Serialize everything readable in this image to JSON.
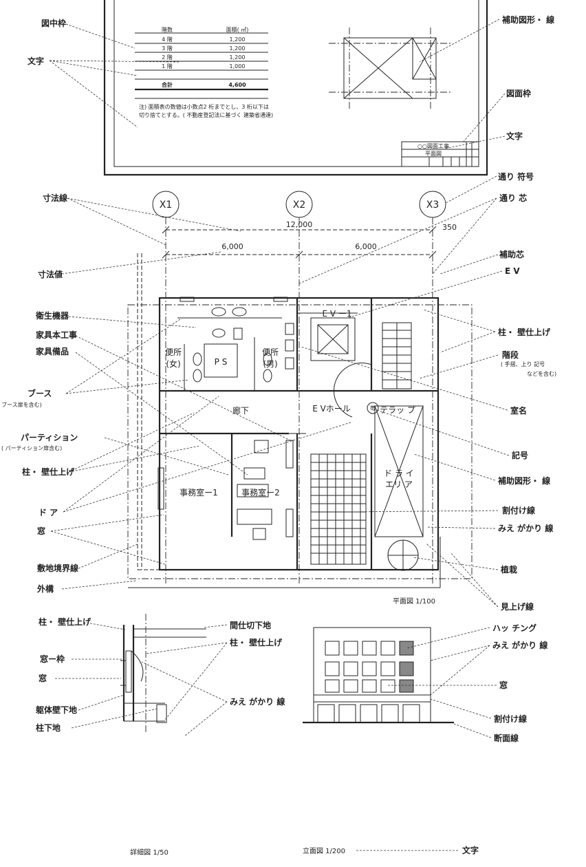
{
  "area_table": {
    "headers": [
      "階数",
      "面積( ㎡)"
    ],
    "rows": [
      [
        "4 階",
        "1,200"
      ],
      [
        "3 階",
        "1,200"
      ],
      [
        "2 階",
        "1,200"
      ],
      [
        "1 階",
        "1,000"
      ]
    ],
    "total": [
      "合計",
      "4,600"
    ],
    "note_line1": "注) 面積表の数値は小数点2 桁までとし、3 桁以下は",
    "note_line2": "切り捨てとする。( 不動産登記法に基づく 建築省通達)"
  },
  "labels": {
    "frame_inner": "図中枠",
    "text_top": "文字",
    "aux_shape_top": "補助図形・ 線",
    "drawing_frame": "図面枠",
    "text_titleblock": "文字",
    "grid_symbol": "通り 符号",
    "grid_center": "通り 芯",
    "dim_line": "寸法線",
    "dim_value": "寸法値",
    "aux_center": "補助芯",
    "ev": "E V",
    "sanitary": "衛生機器",
    "furniture_built": "家具本工事",
    "furniture_equip": "家具備品",
    "column_wall_right": "柱・ 壁仕上げ",
    "stairs": "階段",
    "stairs_note_1": "( 手摺、上り 記号",
    "stairs_note_2": "などを含む)",
    "booth": "ブース",
    "booth_note": "ブース扉を含む)",
    "room_name": "室名",
    "partition": "パーティション",
    "partition_note": "( パーティション扉含む)",
    "column_wall_left": "柱・ 壁仕上げ",
    "symbol": "記号",
    "aux_shape_mid": "補助図形・ 線",
    "door": "ド ア",
    "section_line": "割付け線",
    "window": "窓",
    "visible_line": "みえ がかり 線",
    "site_boundary": "敷地境界線",
    "planting": "植栽",
    "exterior": "外構",
    "ceiling_line": "見上げ線",
    "detail_column_wall": "柱・ 壁仕上げ",
    "detail_partition_base": "間仕切下地",
    "detail_column_wall2": "柱・ 壁仕上げ",
    "window_frame": "窓ー枠",
    "detail_window": "窓",
    "frame_wall_base": "躯体壁下地",
    "column_base": "柱下地",
    "detail_visible_line": "みえ がかり 線",
    "hatching": "ハッ チング",
    "elev_visible_line": "みえ がかり 線",
    "elev_window": "窓",
    "elev_section_line": "割付け線",
    "cut_line": "断面線",
    "elev_text": "文字"
  },
  "plan": {
    "axes": [
      "X1",
      "X2",
      "X3"
    ],
    "dim_total": "12,000",
    "dim_left": "6,000",
    "dim_right": "6,000",
    "dim_offset": "350",
    "rooms": {
      "ev1": "E V ー1",
      "toilet_f_1": "便所",
      "toilet_f_2": "(女)",
      "ps": "P S",
      "toilet_m_1": "便所",
      "toilet_m_2": "(男)",
      "corridor": "廊下",
      "ev_hall": "E Vホール",
      "ev_hall_symbol": "帯",
      "office1": "事務室ー1",
      "office2": "事務室ー2",
      "terrace": "テラッ プ",
      "dry_1": "ド ラ イ",
      "dry_2": "エリ ア"
    },
    "title": "平面図  1/100"
  },
  "detail": {
    "title": "詳細図 1/50"
  },
  "elevation": {
    "title": "立面図 1/200"
  },
  "title_block": {
    "line1": "○○図面工事",
    "line2": "平面図"
  }
}
